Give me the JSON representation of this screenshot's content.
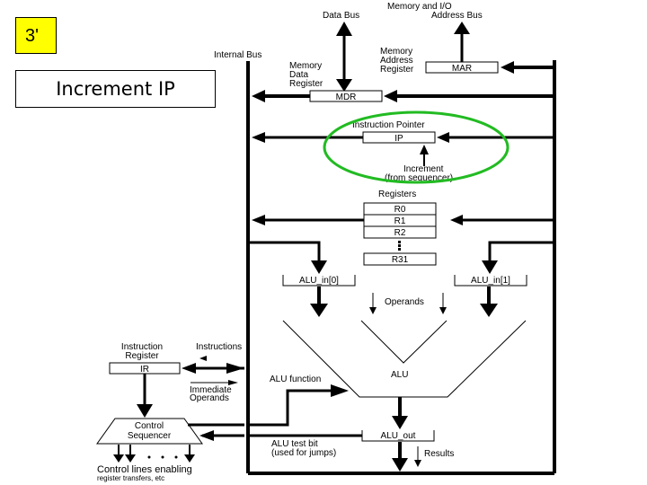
{
  "slide": {
    "number": "3'",
    "title": "Increment IP",
    "highlight_color": "#22bb22",
    "number_bg": "#ffff00"
  },
  "labels": {
    "mem_io": "Memory and I/O",
    "data_bus": "Data Bus",
    "address_bus": "Address Bus",
    "internal_bus": "Internal Bus",
    "mdr_desc": [
      "Memory",
      "Data",
      "Register"
    ],
    "mar_desc": [
      "Memory",
      "Address",
      "Register"
    ],
    "mdr": "MDR",
    "mar": "MAR",
    "ip_desc": "Instruction  Pointer",
    "ip": "IP",
    "increment": "Increment",
    "from_sequencer": "(from sequencer)",
    "registers": "Registers",
    "regs": [
      "R0",
      "R1",
      "R2",
      "R31"
    ],
    "alu_in0": "ALU_in[0]",
    "alu_in1": "ALU_in[1]",
    "operands": "Operands",
    "alu": "ALU",
    "alu_function": "ALU function",
    "alu_out": "ALU_out",
    "alu_test": [
      "ALU test bit",
      "(used for jumps)"
    ],
    "results": "Results",
    "ir_desc": [
      "Instruction",
      "Register"
    ],
    "ir": "IR",
    "instructions": "Instructions",
    "immediate": [
      "Immediate",
      "Operands"
    ],
    "control_seq": [
      "Control",
      "Sequencer"
    ],
    "control_lines": "Control lines enabling",
    "control_lines_sub": "register transfers, etc"
  }
}
